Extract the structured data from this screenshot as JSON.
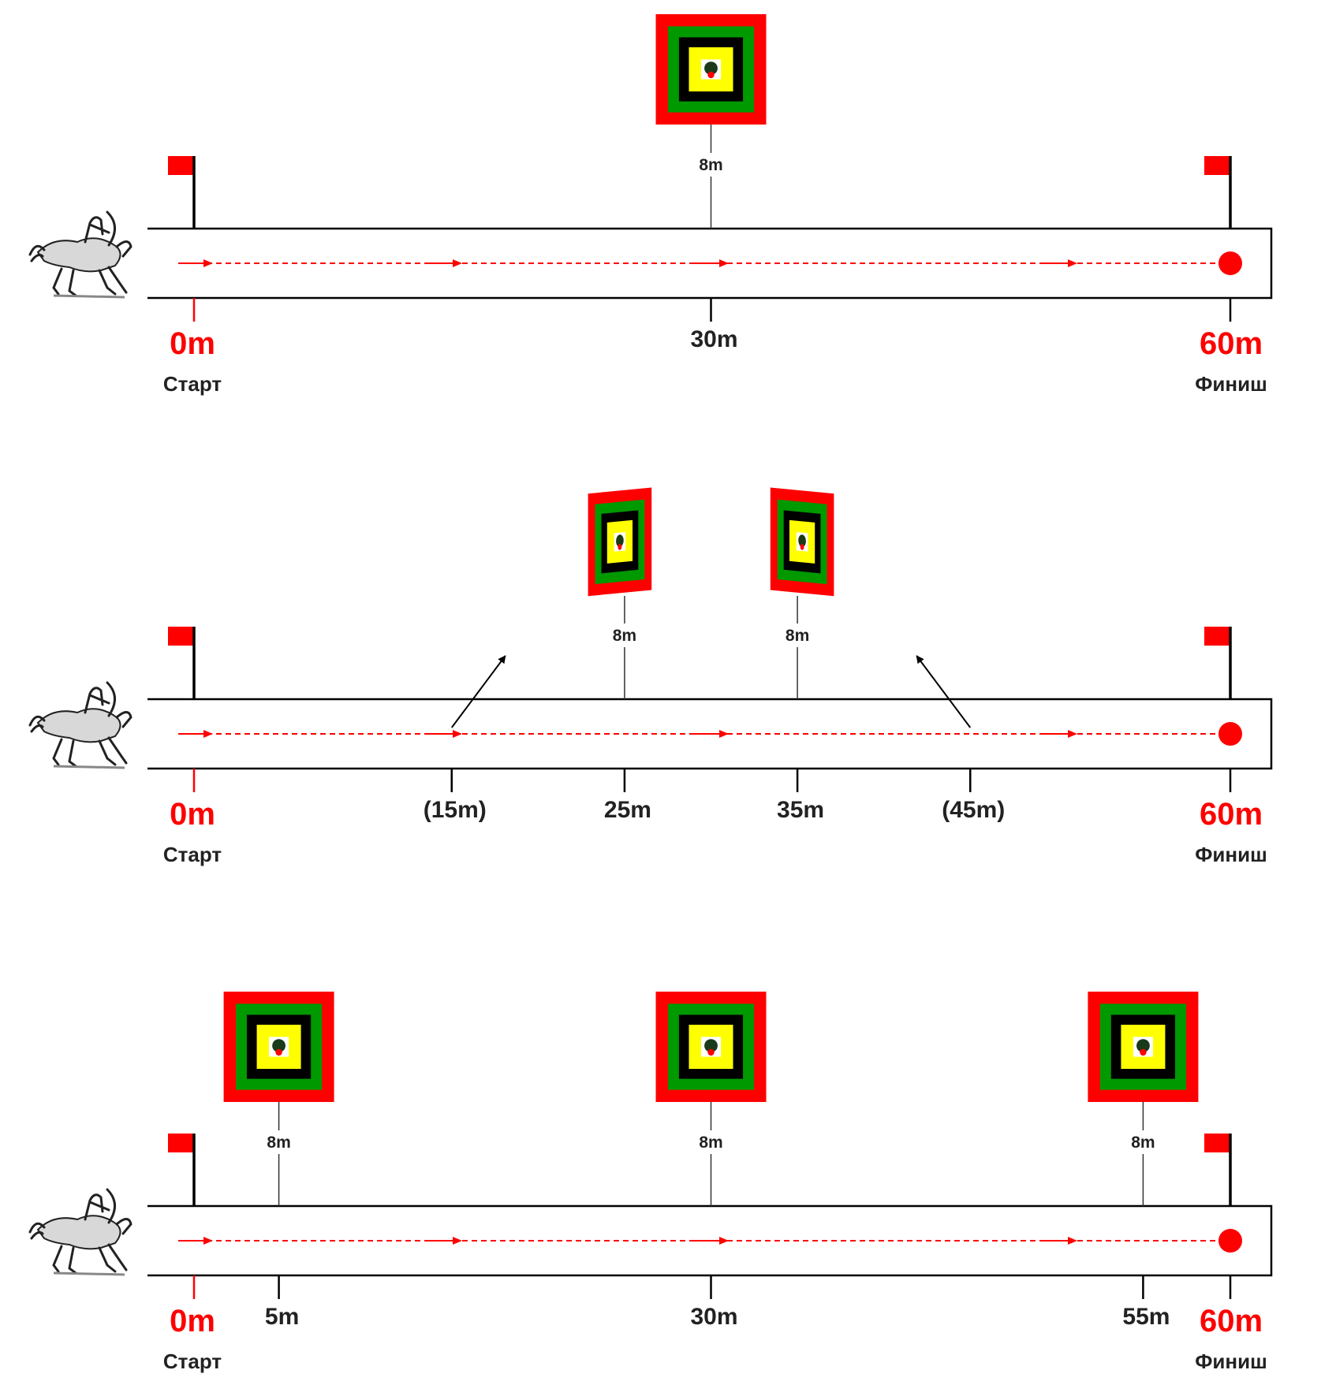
{
  "colors": {
    "accent": "#ff0000",
    "target_outer": "#ff0000",
    "target_ring2": "#009900",
    "target_ring3": "#000000",
    "target_ring4": "#ffff00",
    "target_center": "#ffffff",
    "track_border": "#000000"
  },
  "labels": {
    "start": "Старт",
    "finish": "Финиш",
    "start_dist": "0m",
    "finish_dist": "60m"
  },
  "diagrams": [
    {
      "id": "course-1",
      "targets": [
        {
          "id": "t30",
          "distance": "30m",
          "height": "8m",
          "orientation": "front"
        }
      ],
      "markers": [
        "30m"
      ],
      "angled_shot_markers": []
    },
    {
      "id": "course-2",
      "targets": [
        {
          "id": "t25",
          "distance": "25m",
          "height": "8m",
          "orientation": "angled-left"
        },
        {
          "id": "t35",
          "distance": "35m",
          "height": "8m",
          "orientation": "angled-right"
        }
      ],
      "markers": [
        "(15m)",
        "25m",
        "35m",
        "(45m)"
      ],
      "angled_shot_markers": [
        "(15m)",
        "(45m)"
      ]
    },
    {
      "id": "course-3",
      "targets": [
        {
          "id": "t5",
          "distance": "5m",
          "height": "8m",
          "orientation": "front"
        },
        {
          "id": "t30",
          "distance": "30m",
          "height": "8m",
          "orientation": "front"
        },
        {
          "id": "t55",
          "distance": "55m",
          "height": "8m",
          "orientation": "front"
        }
      ],
      "markers": [
        "5m",
        "30m",
        "55m"
      ],
      "angled_shot_markers": []
    }
  ],
  "icons": {
    "rider": "horse-archer-icon",
    "flag": "flag-icon",
    "finish_dot": "finish-dot-icon",
    "target": "target-icon"
  }
}
